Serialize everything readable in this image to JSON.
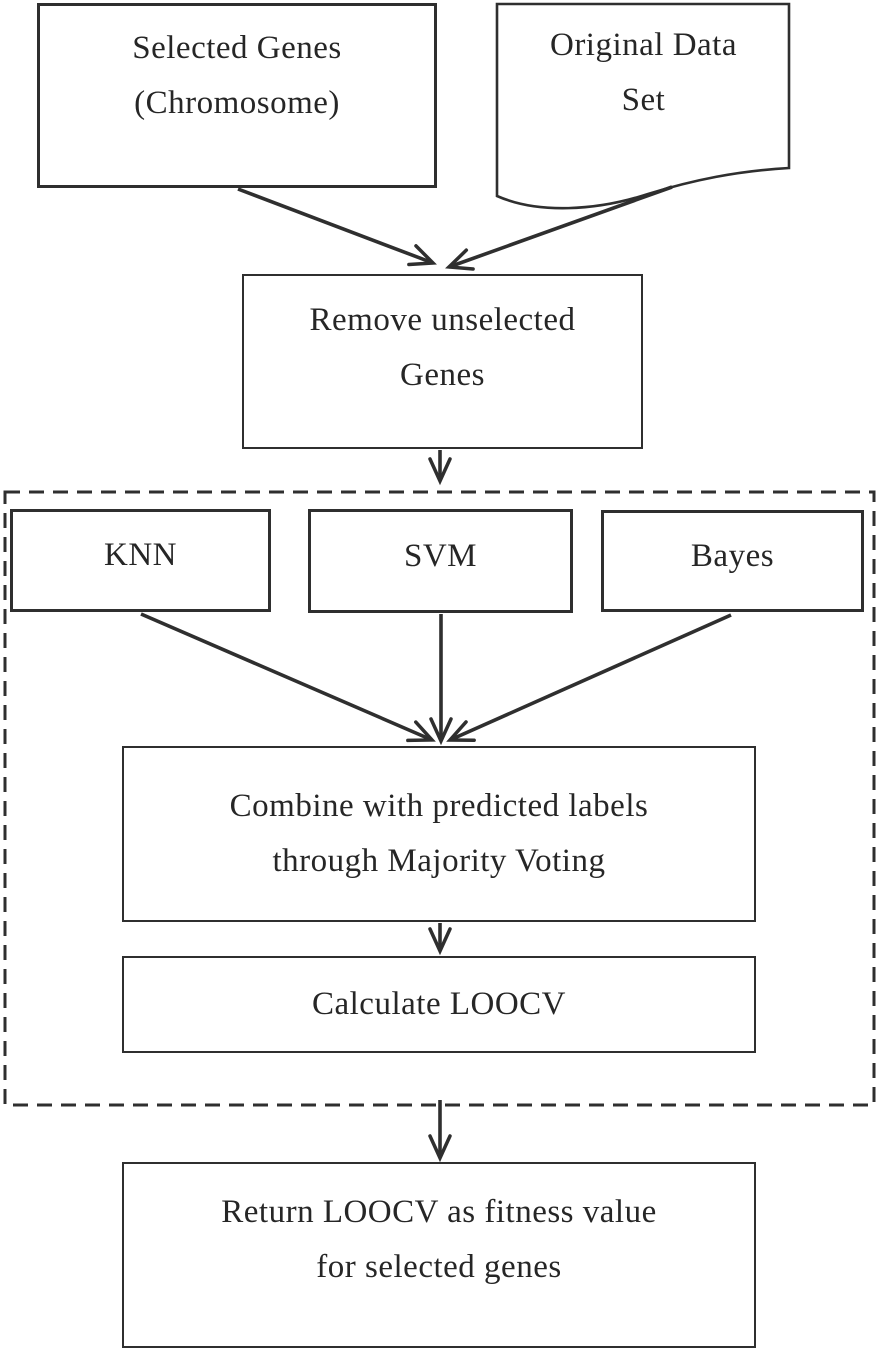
{
  "figure": {
    "type": "flowchart",
    "background": "#ffffff",
    "stroke_color": "#2f2f2f",
    "text_color": "#262626"
  },
  "nodes": {
    "selected_genes": {
      "shape": "rectangle",
      "lines": [
        "Selected Genes",
        "(Chromosome)"
      ]
    },
    "original_data": {
      "shape": "document",
      "lines": [
        "Original Data",
        "Set"
      ]
    },
    "remove_genes": {
      "shape": "rectangle",
      "lines": [
        "Remove unselected",
        "Genes"
      ]
    },
    "knn": {
      "shape": "rectangle",
      "lines": [
        "KNN"
      ]
    },
    "svm": {
      "shape": "rectangle",
      "lines": [
        "SVM"
      ]
    },
    "bayes": {
      "shape": "rectangle",
      "lines": [
        "Bayes"
      ]
    },
    "combine": {
      "shape": "rectangle",
      "lines": [
        "Combine with predicted labels",
        "through Majority Voting"
      ]
    },
    "calculate": {
      "shape": "rectangle",
      "lines": [
        "Calculate LOOCV"
      ]
    },
    "return": {
      "shape": "rectangle",
      "lines": [
        "Return LOOCV as fitness value",
        "for selected genes"
      ]
    }
  },
  "groups": {
    "ensemble": {
      "style": "dashed-rectangle",
      "contains": [
        "knn",
        "svm",
        "bayes",
        "combine",
        "calculate"
      ]
    }
  },
  "edges": [
    {
      "from": "selected_genes",
      "to": "remove_genes"
    },
    {
      "from": "original_data",
      "to": "remove_genes"
    },
    {
      "from": "remove_genes",
      "to": "ensemble"
    },
    {
      "from": "knn",
      "to": "combine"
    },
    {
      "from": "svm",
      "to": "combine"
    },
    {
      "from": "bayes",
      "to": "combine"
    },
    {
      "from": "combine",
      "to": "calculate"
    },
    {
      "from": "ensemble",
      "to": "return"
    }
  ]
}
